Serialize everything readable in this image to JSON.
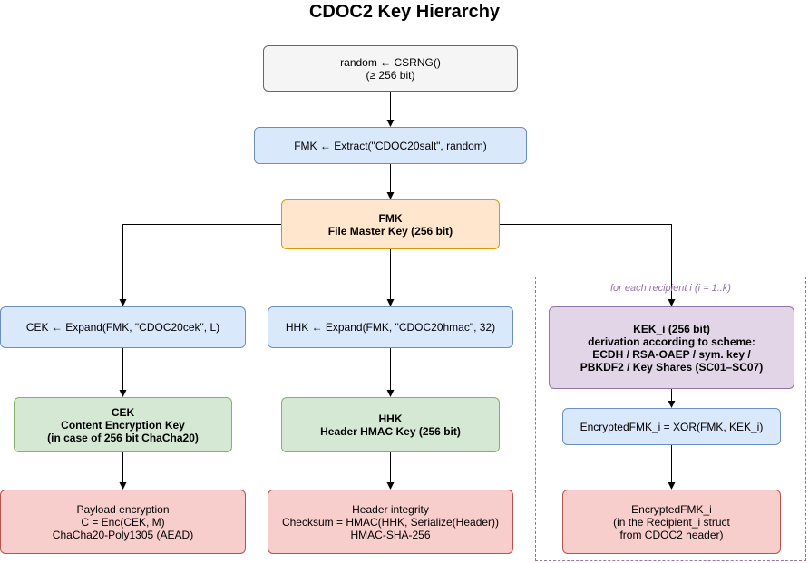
{
  "title": "CDOC2 Key Hierarchy",
  "group": {
    "label": "for each recipient i (i = 1..k)"
  },
  "nodes": {
    "random": {
      "lines": [
        "random ← CSRNG()",
        "(≥ 256 bit)"
      ],
      "color": "#f5f5f5"
    },
    "fmk_extract": {
      "lines": [
        "FMK ← Extract(\"CDOC20salt\", random)"
      ],
      "color": "#dae8fc"
    },
    "fmk": {
      "lines": [
        "FMK",
        "File Master Key (256 bit)"
      ],
      "color": "#ffe6cc"
    },
    "cek_expand": {
      "lines": [
        "CEK ← Expand(FMK, \"CDOC20cek\", L)"
      ],
      "color": "#dae8fc"
    },
    "hhk_expand": {
      "lines": [
        "HHK ← Expand(FMK, \"CDOC20hmac\", 32)"
      ],
      "color": "#dae8fc"
    },
    "kek": {
      "lines": [
        "KEK_i (256 bit)",
        "derivation according to scheme:",
        "ECDH / RSA-OAEP / sym. key /",
        "PBKDF2 / Key Shares (SC01–SC07)"
      ],
      "color": "#e1d5e7"
    },
    "cek": {
      "lines": [
        "CEK",
        "Content Encryption Key",
        "(in case of 256 bit ChaCha20)"
      ],
      "color": "#d5e8d4"
    },
    "hhk": {
      "lines": [
        "HHK",
        "Header HMAC Key (256 bit)"
      ],
      "color": "#d5e8d4"
    },
    "encfmk_xor": {
      "lines": [
        "EncryptedFMK_i = XOR(FMK, KEK_i)"
      ],
      "color": "#dae8fc"
    },
    "payload": {
      "lines": [
        "Payload encryption",
        "C = Enc(CEK, M)",
        "ChaCha20-Poly1305 (AEAD)"
      ],
      "color": "#f8cecc"
    },
    "header": {
      "lines": [
        "Header integrity",
        "Checksum = HMAC(HHK, Serialize(Header))",
        "HMAC-SHA-256"
      ],
      "color": "#f8cecc"
    },
    "encfmk": {
      "lines": [
        "EncryptedFMK_i",
        "(in the Recipient_i struct",
        "from CDOC2 header)"
      ],
      "color": "#f8cecc"
    }
  },
  "edges": [
    {
      "from": "random",
      "to": "fmk_extract"
    },
    {
      "from": "fmk_extract",
      "to": "fmk"
    },
    {
      "from": "fmk",
      "to": "cek_expand"
    },
    {
      "from": "fmk",
      "to": "hhk_expand"
    },
    {
      "from": "fmk",
      "to": "kek"
    },
    {
      "from": "cek_expand",
      "to": "cek"
    },
    {
      "from": "hhk_expand",
      "to": "hhk"
    },
    {
      "from": "kek",
      "to": "encfmk_xor"
    },
    {
      "from": "cek",
      "to": "payload"
    },
    {
      "from": "hhk",
      "to": "header"
    },
    {
      "from": "encfmk_xor",
      "to": "encfmk"
    }
  ]
}
